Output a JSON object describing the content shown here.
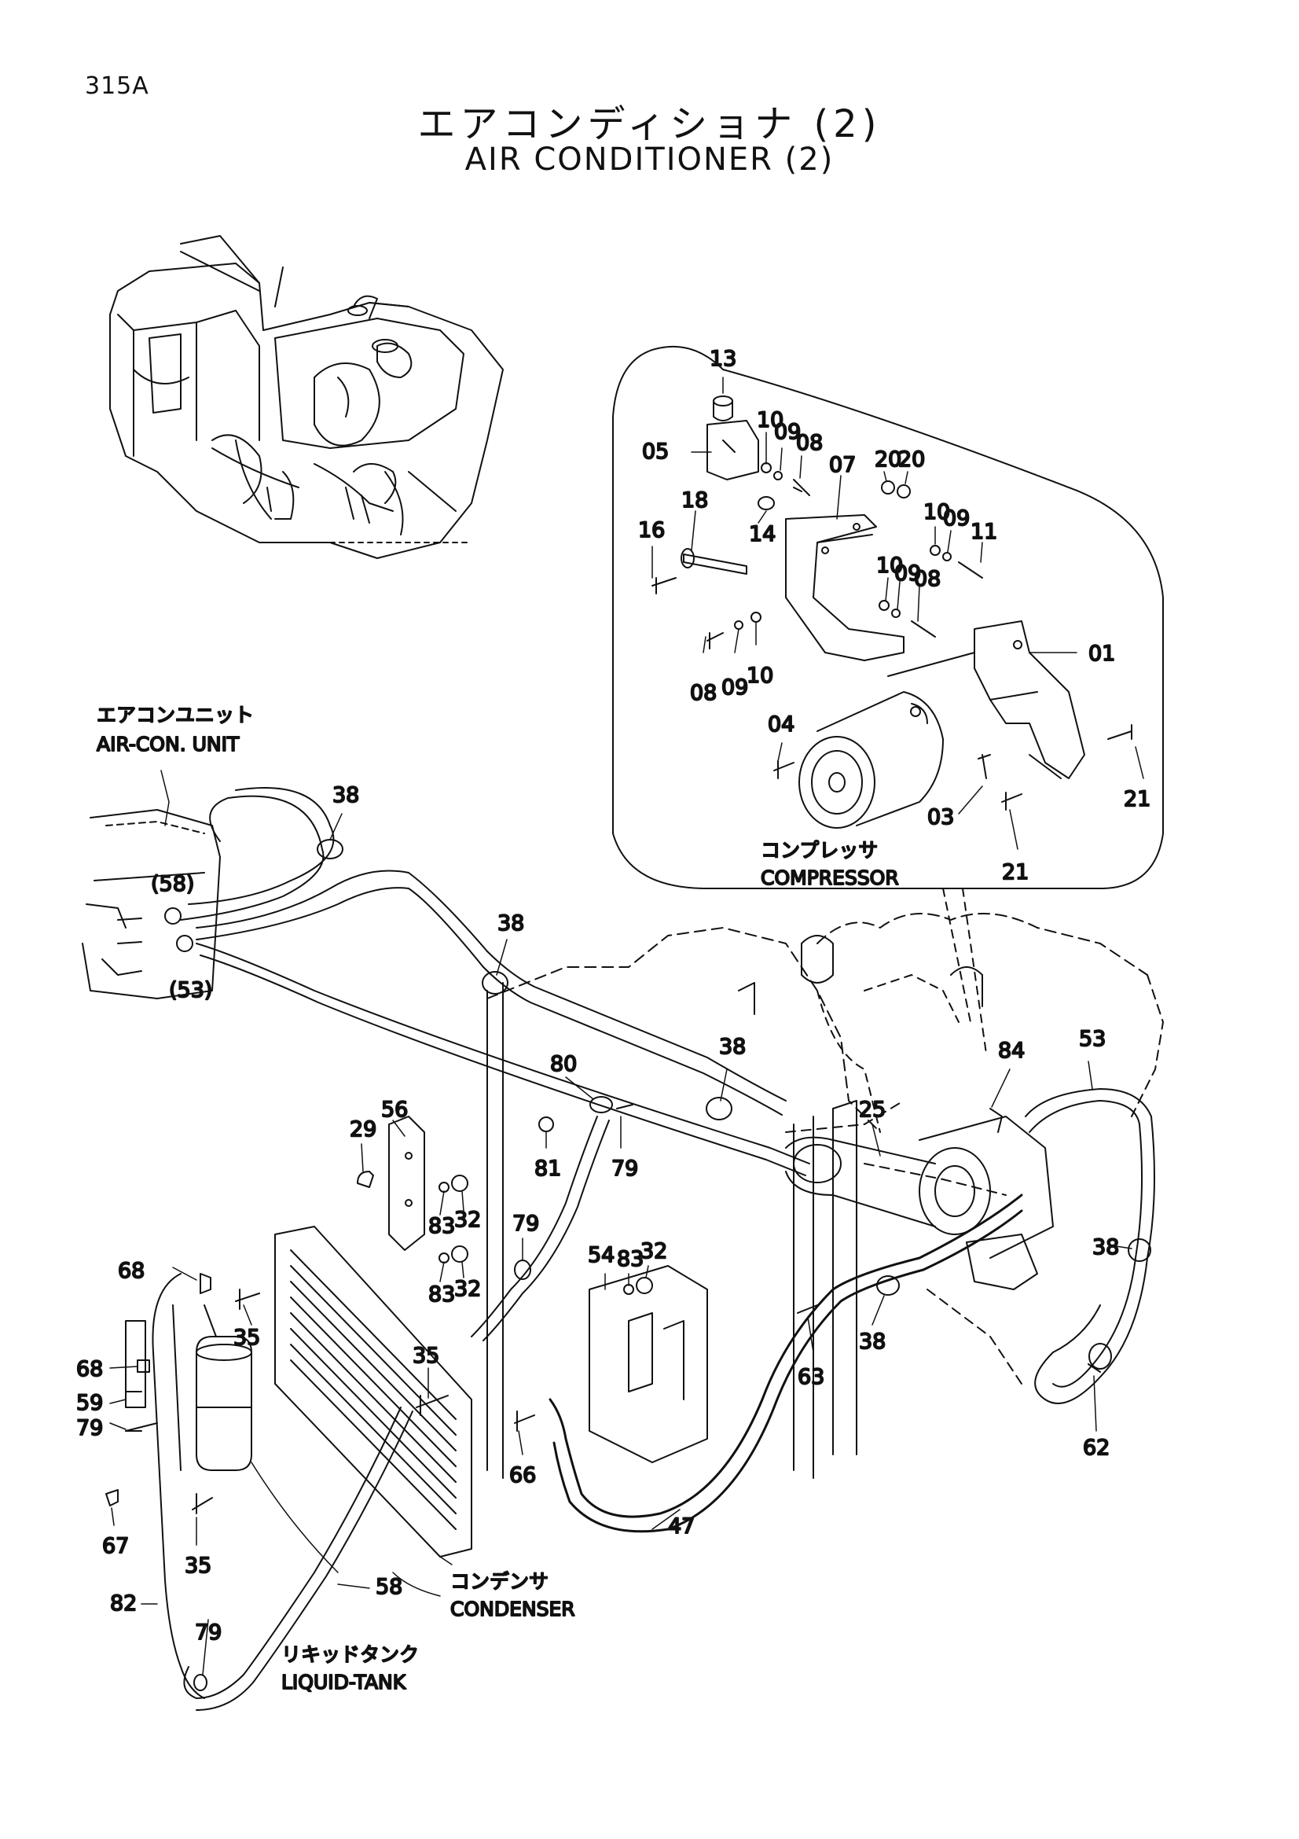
{
  "page_number": "315A",
  "title_jp": "エアコンディショナ (2)",
  "title_en": "AIR CONDITIONER (2)",
  "component_labels": {
    "aircon_unit_jp": "エアコンユニット",
    "aircon_unit_en": "AIR-CON. UNIT",
    "compressor_jp": "コンプレッサ",
    "compressor_en": "COMPRESSOR",
    "condenser_jp": "コンデンサ",
    "condenser_en": "CONDENSER",
    "liquid_tank_jp": "リキッドタンク",
    "liquid_tank_en": "LIQUID-TANK"
  },
  "callouts": [
    "13",
    "10",
    "09",
    "08",
    "05",
    "07",
    "20",
    "20",
    "14",
    "18",
    "16",
    "10",
    "09",
    "11",
    "10",
    "09",
    "08",
    "01",
    "08",
    "09",
    "10",
    "04",
    "21",
    "03",
    "21",
    "38",
    "(58)",
    "(53)",
    "38",
    "38",
    "80",
    "84",
    "53",
    "56",
    "29",
    "25",
    "81",
    "79",
    "83",
    "32",
    "83",
    "32",
    "79",
    "54",
    "83",
    "32",
    "68",
    "35",
    "38",
    "38",
    "68",
    "35",
    "63",
    "59",
    "79",
    "66",
    "62",
    "67",
    "35",
    "47",
    "58",
    "82",
    "79"
  ]
}
